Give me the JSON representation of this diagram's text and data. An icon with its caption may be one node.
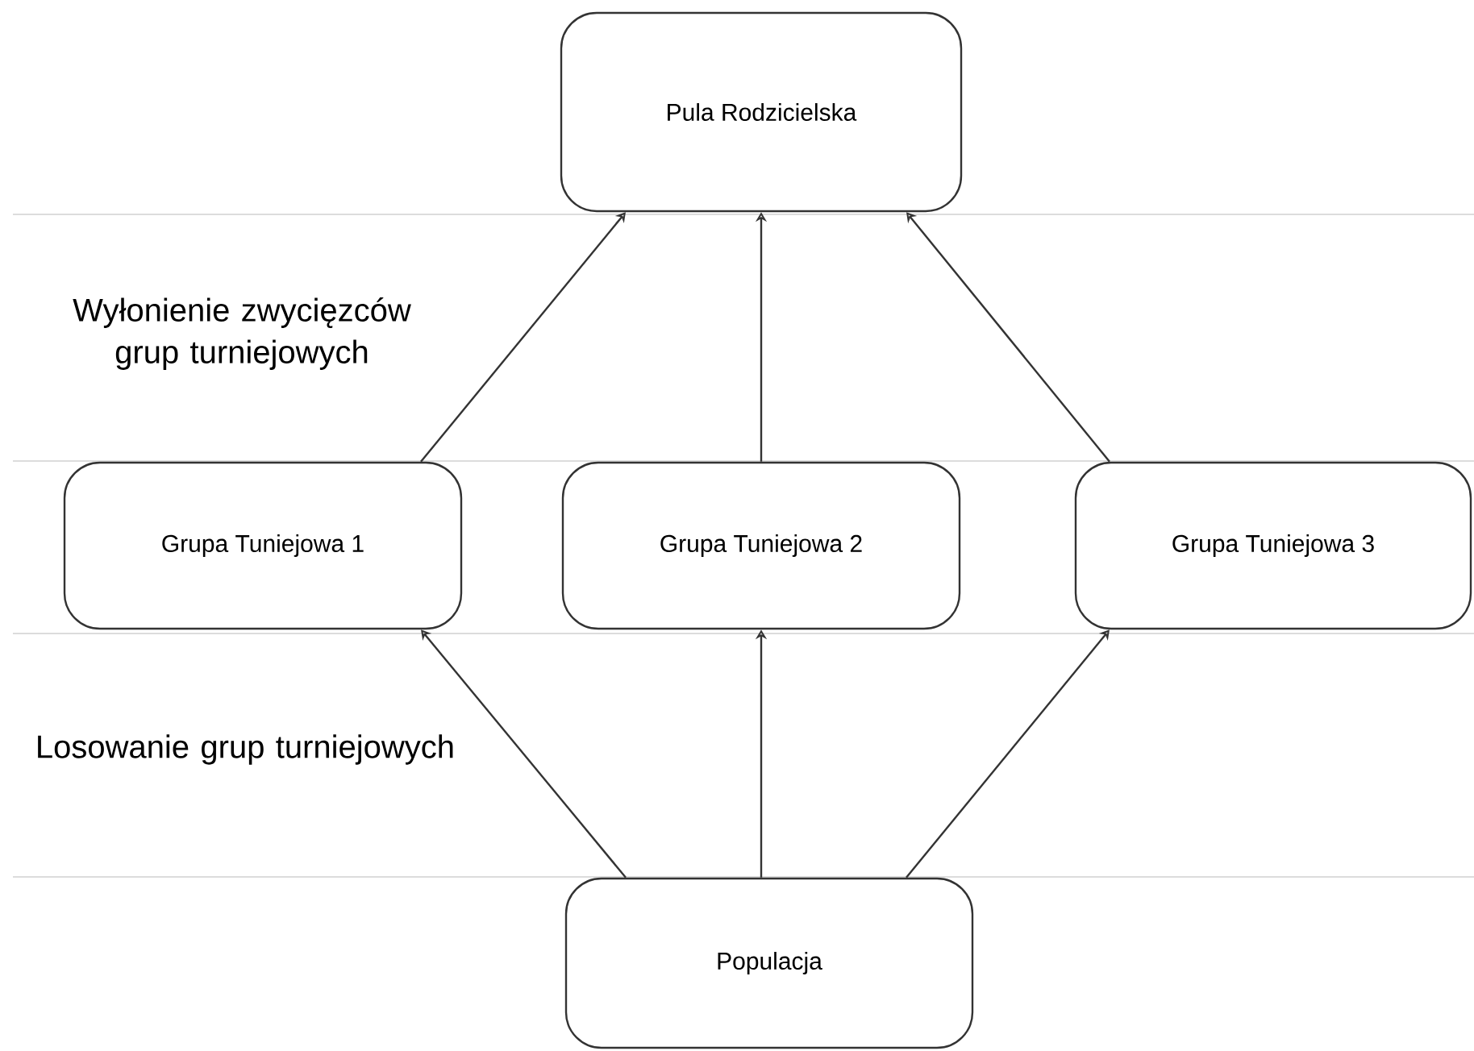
{
  "diagram": {
    "nodes": [
      {
        "text": [
          "Pula Rodzicielska"
        ]
      },
      {
        "text": [
          "Grupa Tuniejowa 1"
        ]
      },
      {
        "text": [
          "Grupa Tuniejowa 2"
        ]
      },
      {
        "text": [
          "Grupa Tuniejowa 3"
        ]
      },
      {
        "text": [
          "Populacja"
        ]
      }
    ],
    "edges": [
      {
        "from": 1,
        "to": 0,
        "arrow": "to"
      },
      {
        "from": 2,
        "to": 0,
        "arrow": "to"
      },
      {
        "from": 3,
        "to": 0,
        "arrow": "to"
      },
      {
        "from": 4,
        "to": 1,
        "arrow": "to"
      },
      {
        "from": 4,
        "to": 2,
        "arrow": "to"
      },
      {
        "from": 4,
        "to": 3,
        "arrow": "to"
      }
    ],
    "labels": [
      "Wyłonienie zwycięzców grup turniejowych",
      "Losowanie grup turniejowych"
    ]
  }
}
